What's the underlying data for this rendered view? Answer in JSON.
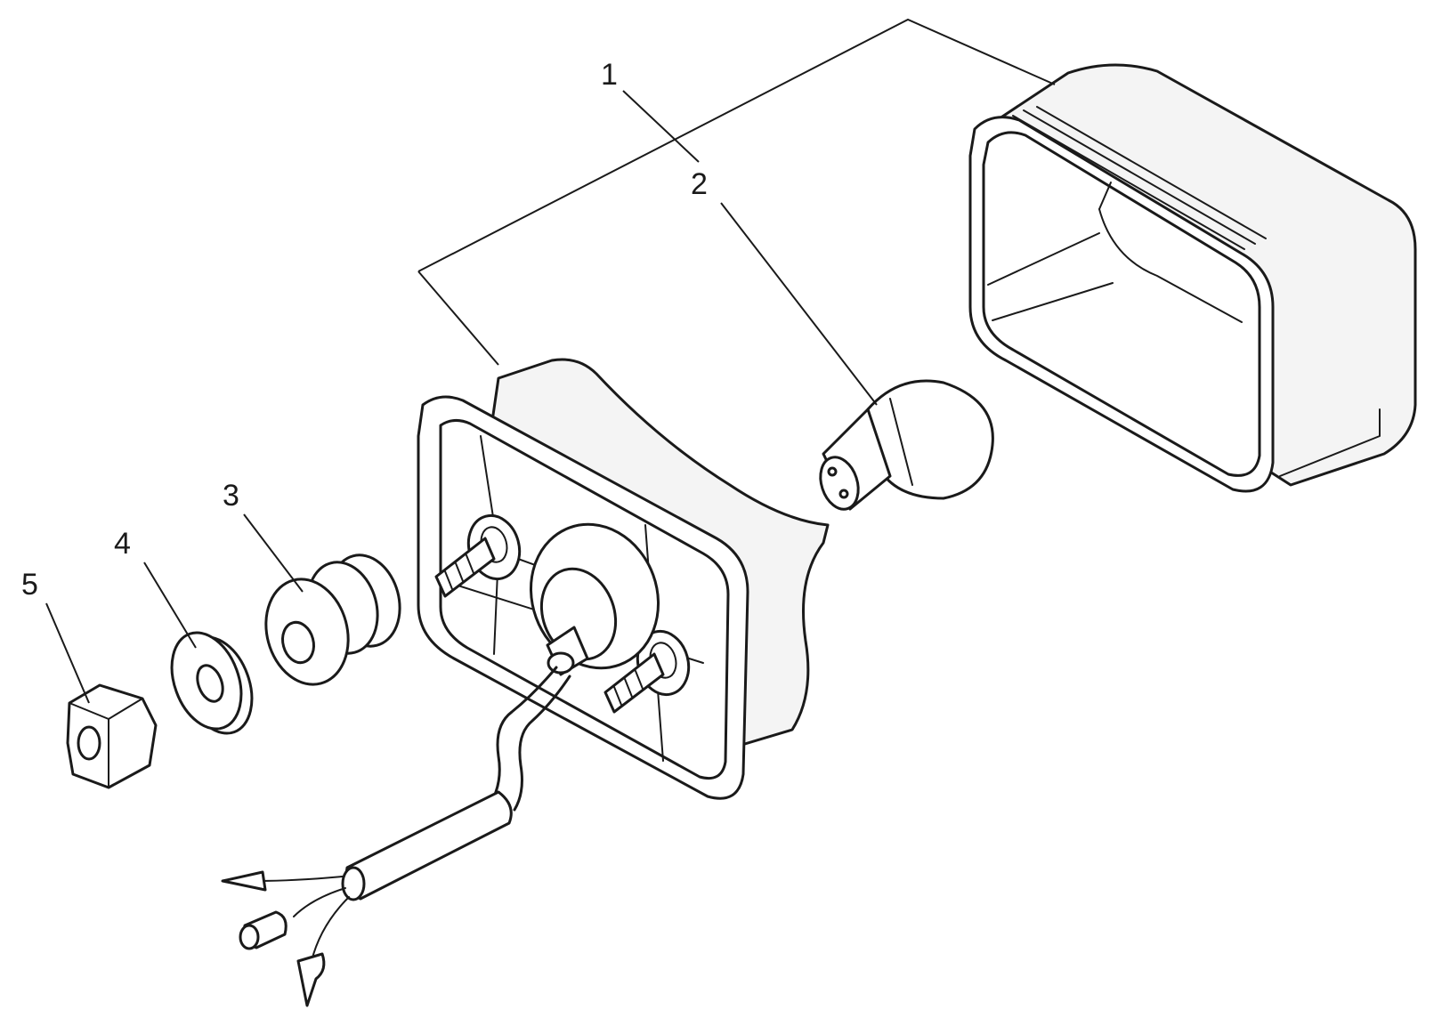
{
  "callouts": [
    {
      "label": "1"
    },
    {
      "label": "2"
    },
    {
      "label": "3"
    },
    {
      "label": "4"
    },
    {
      "label": "5"
    }
  ],
  "colors": {
    "line": "#1a1a1a",
    "background": "#ffffff"
  }
}
